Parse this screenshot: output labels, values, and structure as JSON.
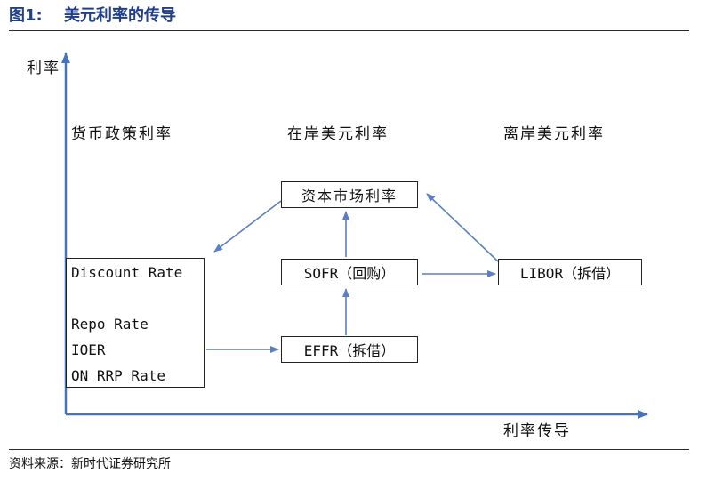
{
  "figure": {
    "number": "图1:",
    "title": "美元利率的传导"
  },
  "axes": {
    "y_label": "利率",
    "x_label": "利率传导"
  },
  "columns": {
    "policy": "货币政策利率",
    "onshore": "在岸美元利率",
    "offshore": "离岸美元利率"
  },
  "nodes": {
    "policy_rates": [
      "Discount Rate",
      "Repo Rate",
      "IOER",
      "ON RRP Rate"
    ],
    "capital_market": "资本市场利率",
    "sofr": "SOFR（回购）",
    "effr": "EFFR（拆借）",
    "libor": "LIBOR（拆借）"
  },
  "source": "资料来源：新时代证券研究所",
  "colors": {
    "title": "#1f3e8c",
    "axis": "#4472c4",
    "arrow": "#5b7fc4"
  }
}
